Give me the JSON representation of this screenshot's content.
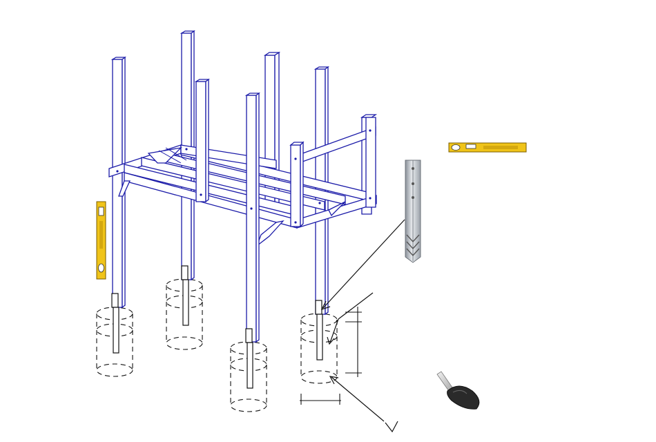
{
  "figure": {
    "palette": {
      "frame_line": "#1a1aa8",
      "outline": "#111111",
      "level_yellow": "#f0c419",
      "spike_steel": "#b8bec6",
      "shovel_blade": "#2a2a2a"
    },
    "components": [
      {
        "name": "wooden-frame",
        "icon": "play-tower-frame"
      },
      {
        "name": "ground-anchor-spike",
        "icon": "metal-spike"
      },
      {
        "name": "spirit-level",
        "icon": "spirit-level-icon"
      },
      {
        "name": "shovel",
        "icon": "shovel-icon"
      }
    ],
    "post_count": 6,
    "footing_count": 4
  }
}
